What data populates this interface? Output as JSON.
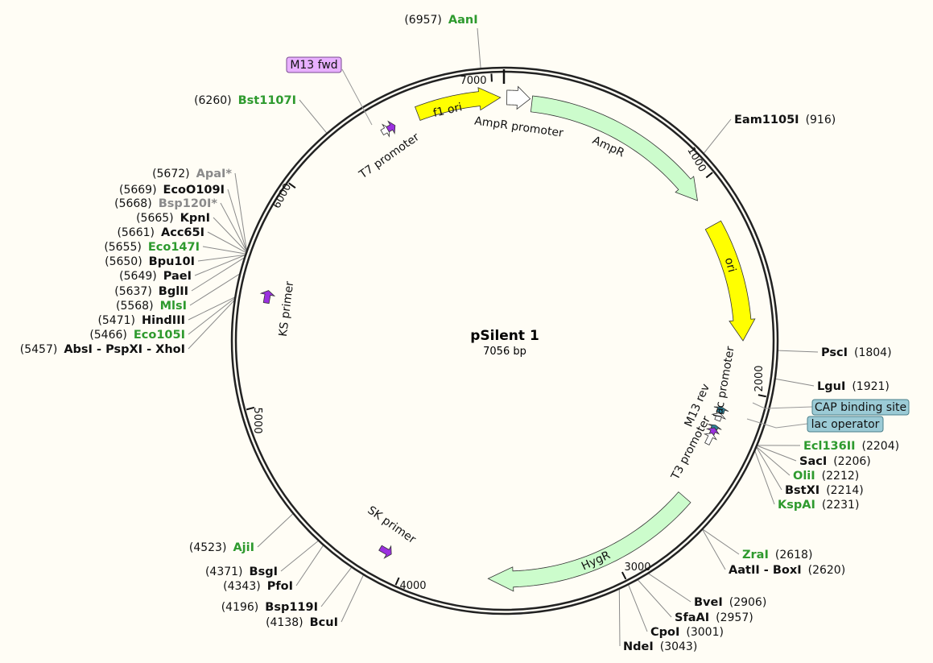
{
  "plasmid": {
    "name": "pSilent 1",
    "length": "7056 bp"
  },
  "colors": {
    "black": "#111111",
    "green": "#2e9a2e",
    "gray": "#8a8a8a",
    "ampr": "#ccfccc",
    "ori": "#ffff00",
    "primer": "#9b30e0",
    "box_purple": "#e8b0ff",
    "box_teal": "#9ccbd6"
  },
  "ticks": [
    "1000",
    "2000",
    "3000",
    "4000",
    "5000",
    "6000",
    "7000"
  ],
  "features": {
    "f1_ori": "f1 ori",
    "ampr_promoter": "AmpR promoter",
    "ampr": "AmpR",
    "ori": "ori",
    "hygr": "HygR",
    "t7_promoter": "T7 promoter",
    "ks_primer": "KS primer",
    "sk_primer": "SK primer",
    "lac_promoter": "lac promoter",
    "m13_rev": "M13 rev",
    "t3_promoter": "T3 promoter",
    "m13_fwd": "M13 fwd",
    "cap_site": "CAP binding site",
    "lac_operator": "lac operator"
  },
  "enzymes": [
    {
      "name": "AanI",
      "pos": "(6957)",
      "color": "green",
      "bp": 6957
    },
    {
      "name": "Bst1107I",
      "pos": "(6260)",
      "color": "green",
      "bp": 6260
    },
    {
      "name": "ApaI*",
      "pos": "(5672)",
      "color": "gray",
      "bp": 5672
    },
    {
      "name": "EcoO109I",
      "pos": "(5669)",
      "color": "black",
      "bp": 5669
    },
    {
      "name": "Bsp120I*",
      "pos": "(5668)",
      "color": "gray",
      "bp": 5668
    },
    {
      "name": "KpnI",
      "pos": "(5665)",
      "color": "black",
      "bp": 5665
    },
    {
      "name": "Acc65I",
      "pos": "(5661)",
      "color": "black",
      "bp": 5661
    },
    {
      "name": "Eco147I",
      "pos": "(5655)",
      "color": "green",
      "bp": 5655
    },
    {
      "name": "Bpu10I",
      "pos": "(5650)",
      "color": "black",
      "bp": 5650
    },
    {
      "name": "PaeI",
      "pos": "(5649)",
      "color": "black",
      "bp": 5649
    },
    {
      "name": "BglII",
      "pos": "(5637)",
      "color": "black",
      "bp": 5637
    },
    {
      "name": "MlsI",
      "pos": "(5568)",
      "color": "green",
      "bp": 5568
    },
    {
      "name": "HindIII",
      "pos": "(5471)",
      "color": "black",
      "bp": 5471
    },
    {
      "name": "Eco105I",
      "pos": "(5466)",
      "color": "green",
      "bp": 5466
    },
    {
      "name": "AbsI - PspXI - XhoI",
      "pos": "(5457)",
      "color": "black",
      "bp": 5457
    },
    {
      "name": "AjiI",
      "pos": "(4523)",
      "color": "green",
      "bp": 4523
    },
    {
      "name": "BsgI",
      "pos": "(4371)",
      "color": "black",
      "bp": 4371
    },
    {
      "name": "PfoI",
      "pos": "(4343)",
      "color": "black",
      "bp": 4343
    },
    {
      "name": "Bsp119I",
      "pos": "(4196)",
      "color": "black",
      "bp": 4196
    },
    {
      "name": "BcuI",
      "pos": "(4138)",
      "color": "black",
      "bp": 4138
    },
    {
      "name": "Eam1105I",
      "pos": "(916)",
      "color": "black",
      "bp": 916
    },
    {
      "name": "PscI",
      "pos": "(1804)",
      "color": "black",
      "bp": 1804
    },
    {
      "name": "LguI",
      "pos": "(1921)",
      "color": "black",
      "bp": 1921
    },
    {
      "name": "Ecl136II",
      "pos": "(2204)",
      "color": "green",
      "bp": 2204
    },
    {
      "name": "SacI",
      "pos": "(2206)",
      "color": "black",
      "bp": 2206
    },
    {
      "name": "OliI",
      "pos": "(2212)",
      "color": "green",
      "bp": 2212
    },
    {
      "name": "BstXI",
      "pos": "(2214)",
      "color": "black",
      "bp": 2214
    },
    {
      "name": "KspAI",
      "pos": "(2231)",
      "color": "green",
      "bp": 2231
    },
    {
      "name": "ZraI",
      "pos": "(2618)",
      "color": "green",
      "bp": 2618
    },
    {
      "name": "AatII - BoxI",
      "pos": "(2620)",
      "color": "black",
      "bp": 2620
    },
    {
      "name": "BveI",
      "pos": "(2906)",
      "color": "black",
      "bp": 2906
    },
    {
      "name": "SfaAI",
      "pos": "(2957)",
      "color": "black",
      "bp": 2957
    },
    {
      "name": "CpoI",
      "pos": "(3001)",
      "color": "black",
      "bp": 3001
    },
    {
      "name": "NdeI",
      "pos": "(3043)",
      "color": "black",
      "bp": 3043
    }
  ]
}
